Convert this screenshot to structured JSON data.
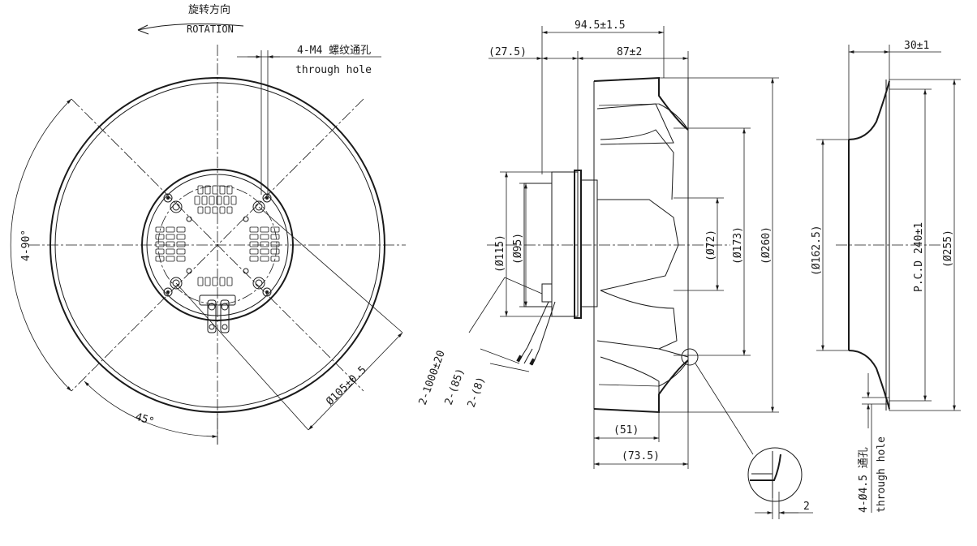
{
  "front_view": {
    "rotation_cn": "旋转方向",
    "rotation_en": "ROTATION",
    "hole_cn": "4-M4 螺纹通孔",
    "hole_en": "through hole",
    "angle_4x90": "4-90°",
    "angle_45": "45°",
    "bolt_circle": "Ø105±0.5"
  },
  "side_view": {
    "dim_94_5": "94.5±1.5",
    "dim_27_5": "(27.5)",
    "dim_87": "87±2",
    "dia_115": "(Ø115)",
    "dia_95": "(Ø95)",
    "dia_72": "(Ø72)",
    "dia_173": "(Ø173)",
    "dia_260": "(Ø260)",
    "cable_len": "2-1000±20",
    "cable_85": "2-(85)",
    "cable_8": "2-(8)",
    "dim_51": "(51)",
    "dim_73_5": "(73.5)",
    "detail_2": "2"
  },
  "inlet_ring": {
    "dim_30": "30±1",
    "dia_162_5": "(Ø162.5)",
    "pcd": "P.C.D 240±1",
    "dia_255": "(Ø255)",
    "hole_cn": "4-Ø4.5 通孔",
    "hole_en": "through hole"
  }
}
